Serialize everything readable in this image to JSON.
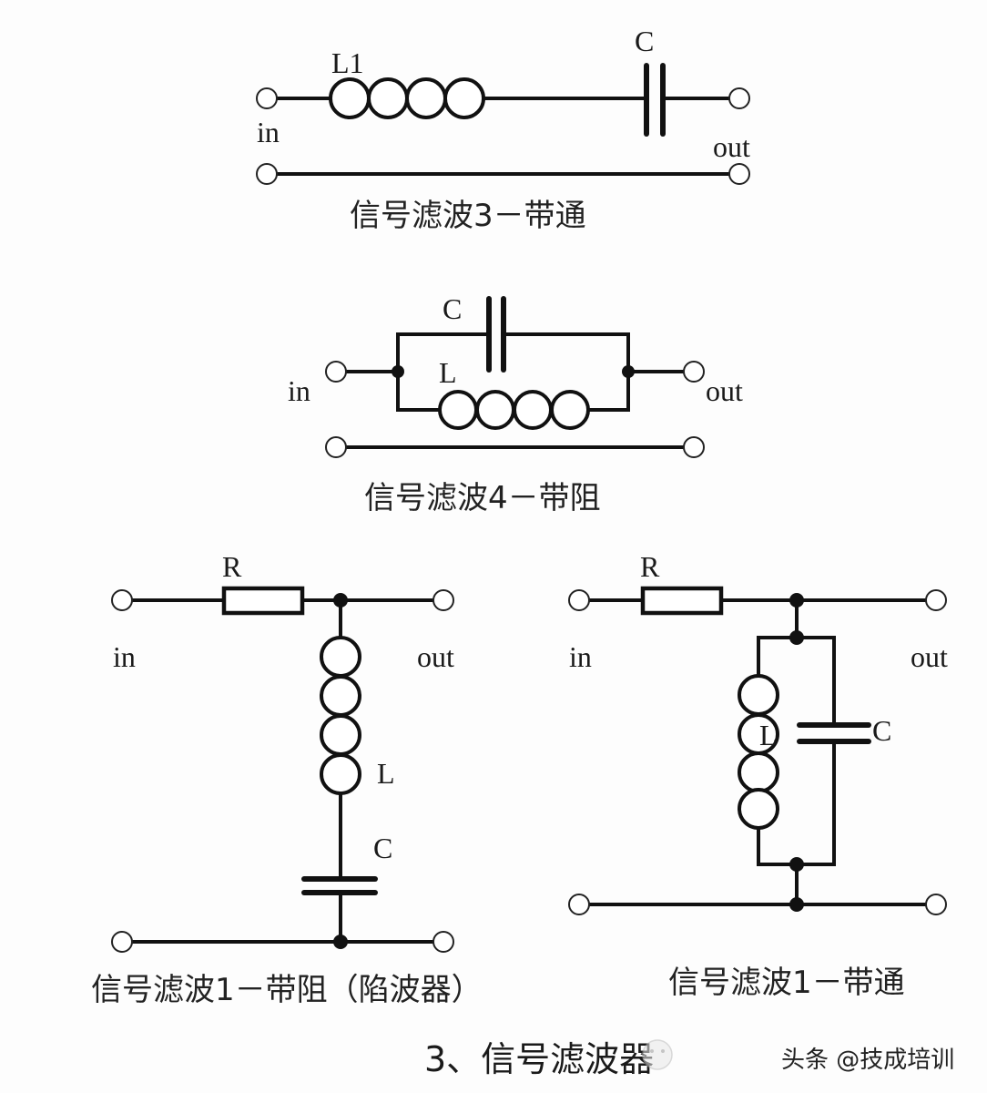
{
  "circuits": [
    {
      "id": "filter3",
      "caption": "信号滤波3－带通",
      "labels": {
        "inductor": "L1",
        "capacitor": "C",
        "in": "in",
        "out": "out"
      },
      "topology": "series L1 and series C"
    },
    {
      "id": "filter4",
      "caption": "信号滤波4－带阻",
      "labels": {
        "inductor": "L",
        "capacitor": "C",
        "in": "in",
        "out": "out"
      },
      "topology": "parallel LC in series path"
    },
    {
      "id": "filter1-notch",
      "caption": "信号滤波1－带阻（陷波器）",
      "labels": {
        "resistor": "R",
        "inductor": "L",
        "capacitor": "C",
        "in": "in",
        "out": "out"
      },
      "topology": "series R, shunt series LC"
    },
    {
      "id": "filter1-bandpass",
      "caption": "信号滤波1－带通",
      "labels": {
        "resistor": "R",
        "inductor": "L",
        "capacitor": "C",
        "in": "in",
        "out": "out"
      },
      "topology": "series R, shunt parallel LC"
    }
  ],
  "footer": {
    "title": "3、信号滤波器",
    "watermark": "头条 @技成培训"
  }
}
